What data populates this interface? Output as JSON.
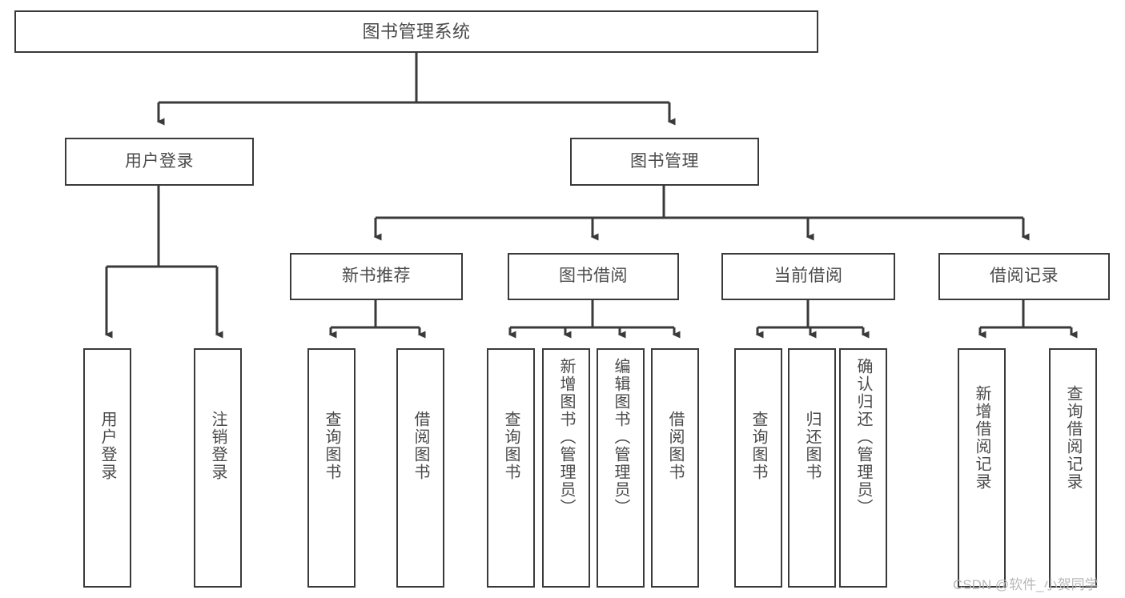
{
  "diagram": {
    "title": "图书管理系统",
    "type": "hierarchy-tree",
    "root": {
      "label": "图书管理系统"
    },
    "level2": [
      {
        "label": "用户登录"
      },
      {
        "label": "图书管理"
      }
    ],
    "level3": [
      {
        "label": "新书推荐"
      },
      {
        "label": "图书借阅"
      },
      {
        "label": "当前借阅"
      },
      {
        "label": "借阅记录"
      }
    ],
    "leaves": {
      "user_login": [
        {
          "label": "用户登录"
        },
        {
          "label": "注销登录"
        }
      ],
      "new_book_recommend": [
        {
          "label": "查询图书"
        },
        {
          "label": "借阅图书"
        }
      ],
      "book_borrow": [
        {
          "label": "查询图书"
        },
        {
          "label": "新增图书（管理员）"
        },
        {
          "label": "编辑图书（管理员）"
        },
        {
          "label": "借阅图书"
        }
      ],
      "current_borrow": [
        {
          "label": "查询图书"
        },
        {
          "label": "归还图书"
        },
        {
          "label": "确认归还（管理员）"
        }
      ],
      "borrow_record": [
        {
          "label": "新增借阅记录"
        },
        {
          "label": "查询借阅记录"
        }
      ]
    }
  },
  "watermark": {
    "text": "CSDN @软件_小贺同学"
  },
  "colors": {
    "stroke": "#3a3a3a",
    "text": "#4a4a4a",
    "background": "#ffffff",
    "watermark": "#b8b8b8"
  }
}
